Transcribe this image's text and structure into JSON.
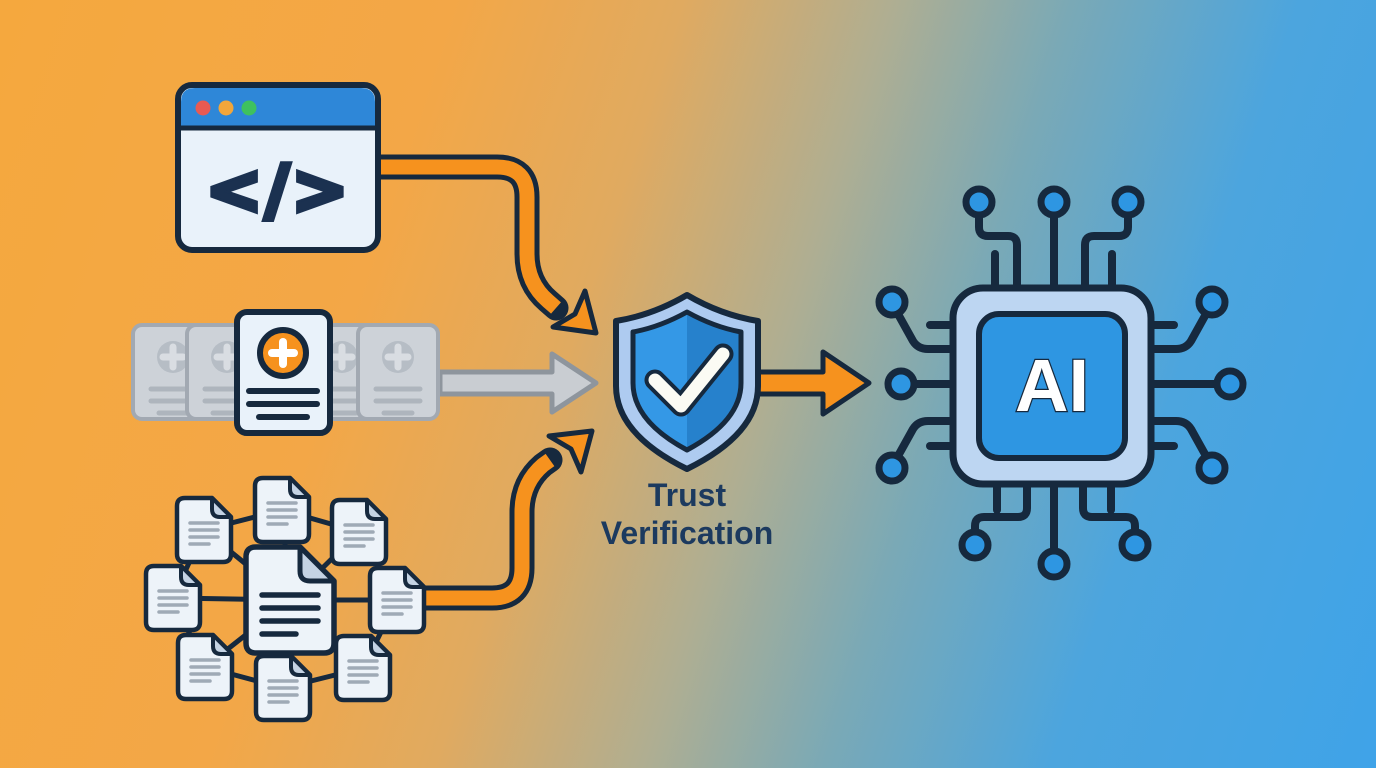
{
  "diagram": {
    "description": "flow-diagram: code window, credential cards and document network feed into trust verification shield, which feeds an AI chip",
    "nodes": {
      "code_window": {
        "icon": "code-window-icon",
        "symbol": "</>"
      },
      "credential_cards": {
        "icon": "credential-cards-icon"
      },
      "document_network": {
        "icon": "document-network-icon"
      },
      "trust_shield": {
        "icon": "shield-check-icon",
        "label_line1": "Trust",
        "label_line2": "Verification"
      },
      "ai_chip": {
        "icon": "ai-chip-icon",
        "label": "AI"
      }
    },
    "flows": [
      {
        "from": "code-window",
        "to": "trust-shield",
        "style": "orange-curved-arrow"
      },
      {
        "from": "credential-cards",
        "to": "trust-shield",
        "style": "gray-straight-arrow"
      },
      {
        "from": "document-network",
        "to": "trust-shield",
        "style": "orange-curved-arrow"
      },
      {
        "from": "trust-shield",
        "to": "ai-chip",
        "style": "orange-straight-arrow"
      }
    ],
    "colors": {
      "bg_left": "#F5A83E",
      "bg_right": "#3FA3E8",
      "outline_navy": "#16293E",
      "arrow_orange": "#F6921E",
      "arrow_gray_fill": "#C9CDD2",
      "arrow_gray_stroke": "#8E959D",
      "browser_bar_blue": "#2E87D8",
      "browser_body": "#E9F2FA",
      "dot_red": "#E85A52",
      "dot_orange": "#F2A63B",
      "dot_green": "#3EC15F",
      "card_gray": "#CDD2D8",
      "card_highlight": "#E9F2FA",
      "doc_fill": "#EDF3F9",
      "doc_fold": "#C4D3E4",
      "shield_rim": "#AECBF0",
      "shield_blue_left": "#3498E6",
      "shield_blue_right": "#2681CC",
      "check_white": "#FBFBF4",
      "chip_outer": "#BDD6F2",
      "chip_inner": "#2E96E2",
      "label_navy": "#1C3A5F"
    }
  }
}
